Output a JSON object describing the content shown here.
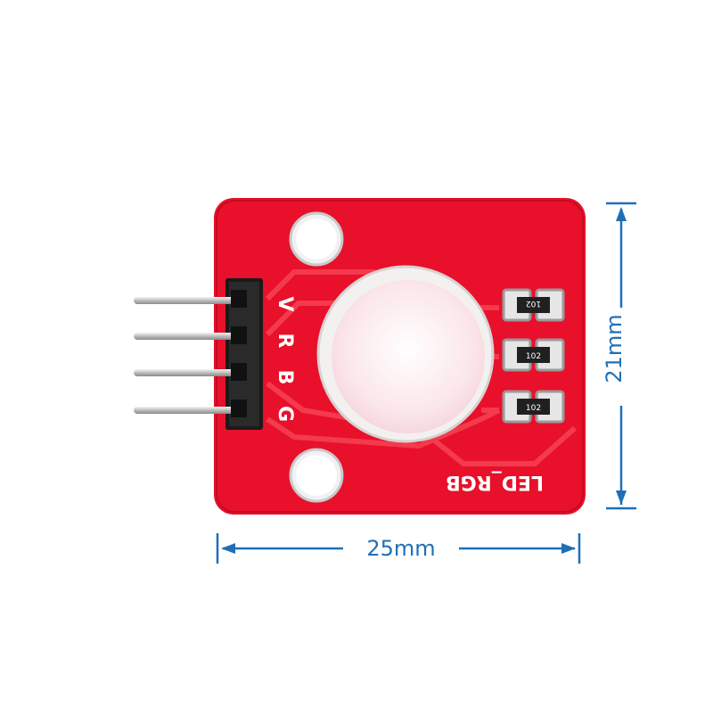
{
  "board": {
    "silk_name": "LED_RGB",
    "pin_labels": [
      "V",
      "R",
      "B",
      "G"
    ],
    "resistor_code": "102"
  },
  "dimensions": {
    "width_label": "25mm",
    "height_label": "21mm"
  },
  "colors": {
    "pcb": "#e8102a",
    "pcb_trace": "#f43a4d",
    "header": "#1a1a1a",
    "pin": "#d7d7d7",
    "dimension": "#1f6fb8",
    "pad": "#e6e6e6",
    "led": "#fde8ec"
  }
}
